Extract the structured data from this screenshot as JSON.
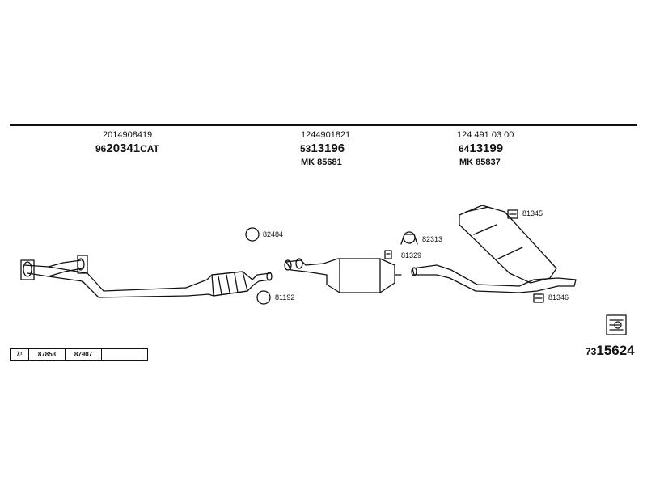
{
  "parts": [
    {
      "oe": "2014908419",
      "prefix": "96",
      "number": "20341",
      "suffix": "CAT",
      "mk": ""
    },
    {
      "oe": "1244901821",
      "prefix": "53",
      "number": "13196",
      "suffix": "",
      "mk": "MK  85681"
    },
    {
      "oe": "124 491 03 00",
      "prefix": "64",
      "number": "13199",
      "suffix": "",
      "mk": "MK  85837"
    }
  ],
  "callouts": {
    "c82484": "82484",
    "c81192": "81192",
    "c82313": "82313",
    "c81329": "81329",
    "c81345a": "81345",
    "c81345b": "81346"
  },
  "ref_table": {
    "lambda": "λ¹",
    "cells": [
      "87853",
      "87907",
      ""
    ]
  },
  "doc_number": {
    "prefix": "73",
    "main": "15624"
  }
}
